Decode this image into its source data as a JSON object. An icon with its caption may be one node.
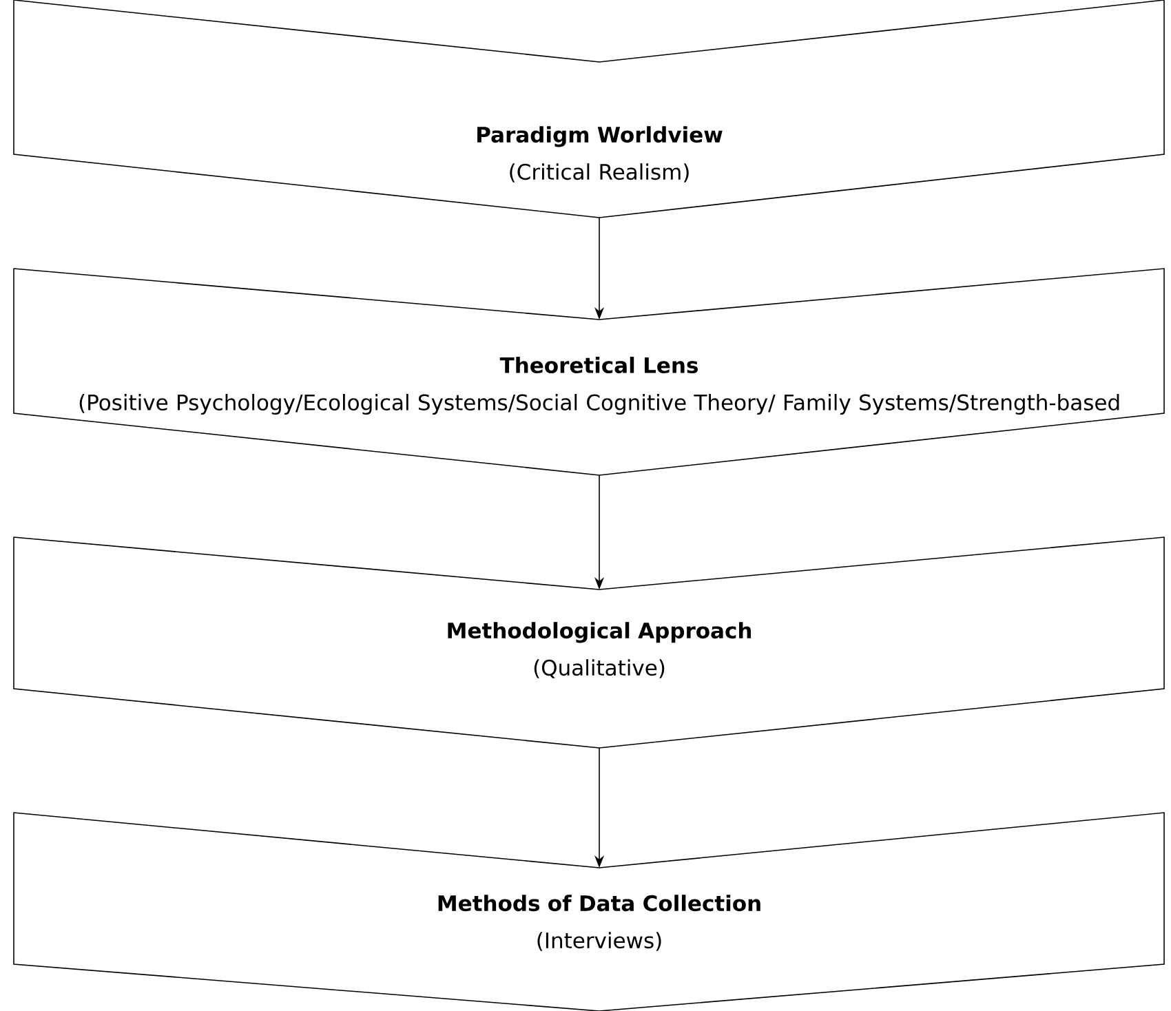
{
  "diagram": {
    "nodes": [
      {
        "text": [
          "Paradigm Worldview",
          "(Critical Realism)"
        ]
      },
      {
        "text": [
          "Theoretical Lens",
          "(Positive Psychology/Ecological Systems/Social Cognitive Theory/ Family Systems/Strength-based"
        ]
      },
      {
        "text": [
          "Methodological Approach",
          "(Qualitative)"
        ]
      },
      {
        "text": [
          "Methods of Data Collection",
          "(Interviews)"
        ]
      }
    ],
    "edges": [
      {
        "from": 0,
        "to": 1,
        "arrow": "to"
      },
      {
        "from": 1,
        "to": 2,
        "arrow": "to"
      },
      {
        "from": 2,
        "to": 3,
        "arrow": "to"
      }
    ]
  }
}
